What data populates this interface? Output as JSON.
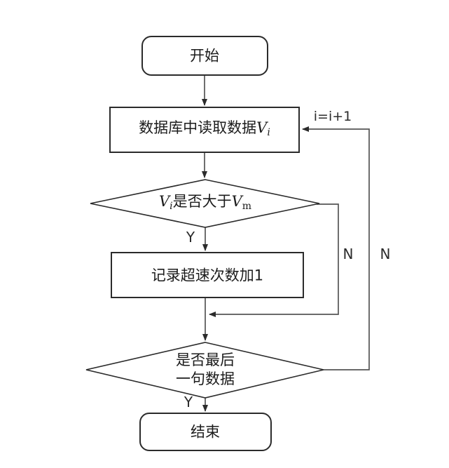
{
  "diagram": {
    "title": "overspeed-count-flowchart",
    "colors": {
      "background": "#ffffff",
      "shape_border": "#2b2b2b",
      "connector": "#555555",
      "text": "#1c1c1c"
    },
    "nodes": {
      "start": {
        "type": "terminator",
        "label": "开始"
      },
      "read": {
        "type": "process",
        "label_prefix": "数据库中读取数据",
        "var": "V",
        "var_sub": "i"
      },
      "decision1": {
        "type": "decision",
        "var1": "V",
        "var1_sub": "i",
        "text": "是否大于",
        "var2": "V",
        "var2_sub": "m"
      },
      "record": {
        "type": "process",
        "label": "记录超速次数加1"
      },
      "decision2": {
        "type": "decision",
        "label_line1": "是否最后",
        "label_line2": "一句数据"
      },
      "end": {
        "type": "terminator",
        "label": "结束"
      }
    },
    "edge_labels": {
      "decision1_yes": "Y",
      "decision1_no": "N",
      "decision2_yes": "Y",
      "decision2_no": "N",
      "increment": "i=i+1"
    }
  }
}
